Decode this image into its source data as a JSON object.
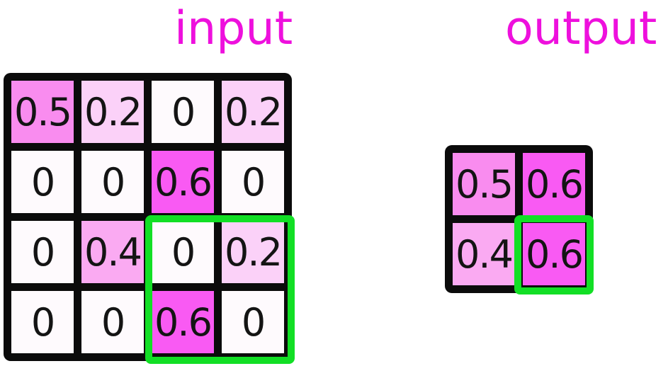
{
  "titles": {
    "input": "input",
    "output": "output"
  },
  "colors": {
    "title": "#ee10dd",
    "grid_line": "#0b0b0b",
    "highlight_green": "#12df25",
    "number_text": "#141414",
    "value_colors": {
      "0": "#fefafd",
      "0.2": "#fbd1f8",
      "0.4": "#faaaf2",
      "0.5": "#f98cef",
      "0.6": "#f95af3"
    }
  },
  "input_grid": {
    "rows": [
      [
        "0.5",
        "0.2",
        "0",
        "0.2"
      ],
      [
        "0",
        "0",
        "0.6",
        "0"
      ],
      [
        "0",
        "0.4",
        "0",
        "0.2"
      ],
      [
        "0",
        "0",
        "0.6",
        "0"
      ]
    ]
  },
  "output_grid": {
    "rows": [
      [
        "0.5",
        "0.6"
      ],
      [
        "0.4",
        "0.6"
      ]
    ]
  },
  "highlights": {
    "input_region": "bottom-right 2x2 window (cells: 0, 0.2, 0.6, 0)",
    "output_cell": "bottom-right cell (0.6)"
  }
}
